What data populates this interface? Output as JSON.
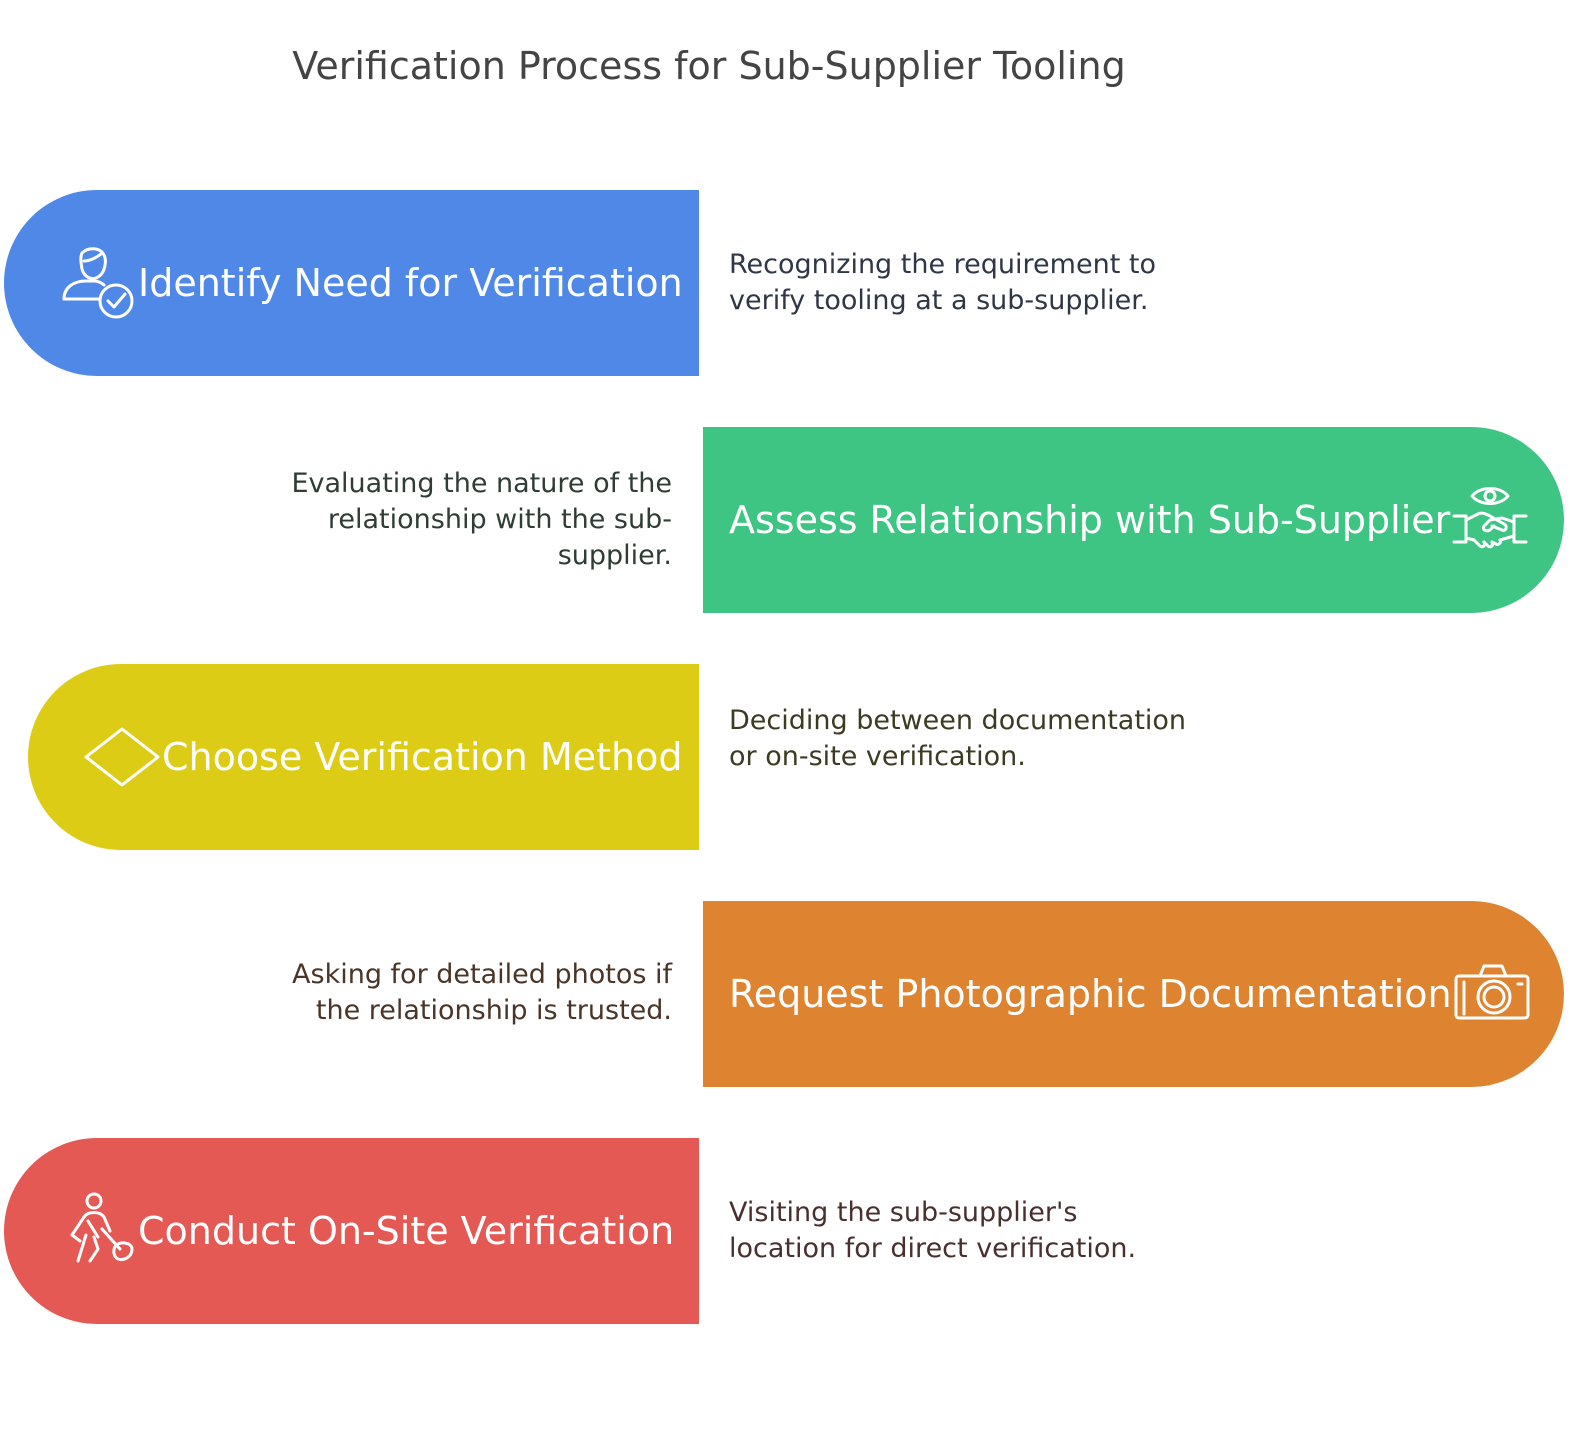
{
  "title": "Verification Process for Sub-Supplier Tooling",
  "colors": {
    "step1": "#4F88E6",
    "step2": "#3EC583",
    "step3": "#DDCC15",
    "step4": "#DE8431",
    "step5": "#E55955"
  },
  "steps": [
    {
      "label": "Identify Need for Verification",
      "description": "Recognizing the requirement to verify tooling at a sub-supplier.",
      "icon": "user-check-icon",
      "desc_color": "#2f3747"
    },
    {
      "label": "Assess Relationship with Sub-Supplier",
      "description": "Evaluating the nature of the relationship with the sub-supplier.",
      "icon": "handshake-eye-icon",
      "desc_color": "#2f3d35"
    },
    {
      "label": "Choose Verification Method",
      "description": "Deciding between documentation or on-site verification.",
      "icon": "diamond-icon",
      "desc_color": "#3d3a22"
    },
    {
      "label": "Request Photographic Documentation",
      "description": "Asking for detailed photos if the relationship is trusted.",
      "icon": "camera-icon",
      "desc_color": "#4a3526"
    },
    {
      "label": "Conduct On-Site Verification",
      "description": "Visiting the sub-supplier's location for direct verification.",
      "icon": "worker-shovel-icon",
      "desc_color": "#4a2f2f"
    }
  ]
}
